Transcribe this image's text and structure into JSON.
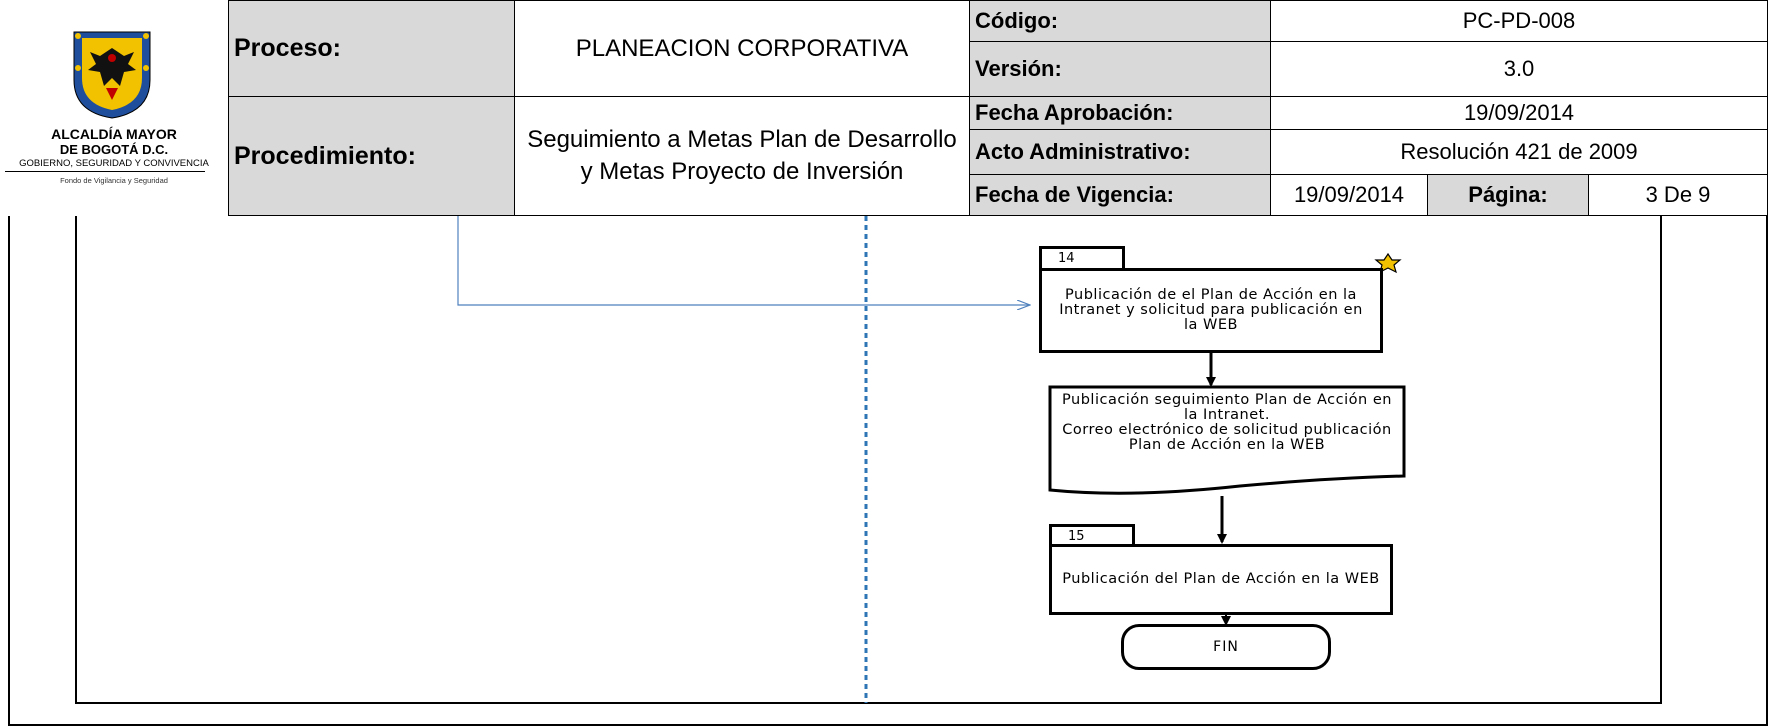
{
  "header": {
    "logo": {
      "line1": "ALCALDÍA MAYOR",
      "line2": "DE BOGOTÁ D.C.",
      "line3": "GOBIERNO, SEGURIDAD Y CONVIVENCIA",
      "line4": "Fondo de Vigilancia y Seguridad"
    },
    "proceso_label": "Proceso:",
    "proceso_value": "PLANEACION CORPORATIVA",
    "procedimiento_label": "Procedimiento:",
    "procedimiento_value": "Seguimiento a Metas Plan de Desarrollo y Metas Proyecto de Inversión",
    "codigo_label": "Código:",
    "codigo_value": "PC-PD-008",
    "version_label": "Versión:",
    "version_value": "3.0",
    "fecha_aprobacion_label": "Fecha Aprobación:",
    "fecha_aprobacion_value": "19/09/2014",
    "acto_label": "Acto Administrativo:",
    "acto_value": "Resolución 421 de 2009",
    "fecha_vigencia_label": "Fecha de Vigencia:",
    "fecha_vigencia_value": "19/09/2014",
    "pagina_label": "Página:",
    "pagina_value": "3 De  9"
  },
  "diagram": {
    "step14": {
      "number": "14",
      "text": "Publicación de el Plan de Acción en la Intranet y solicitud para publicación en la WEB"
    },
    "document": {
      "text": "Publicación  seguimiento Plan de Acción en la Intranet.\nCorreo electrónico de solicitud publicación Plan de Acción en la WEB"
    },
    "step15": {
      "number": "15",
      "text": "Publicación del Plan de Acción en la WEB"
    },
    "end": "FIN"
  },
  "colors": {
    "header_gray": "#d9d9d9",
    "connector_blue": "#4f81bd",
    "divider_blue": "#2e75b6",
    "logo_gold": "#f2c200",
    "logo_blue": "#1f4e9c"
  }
}
